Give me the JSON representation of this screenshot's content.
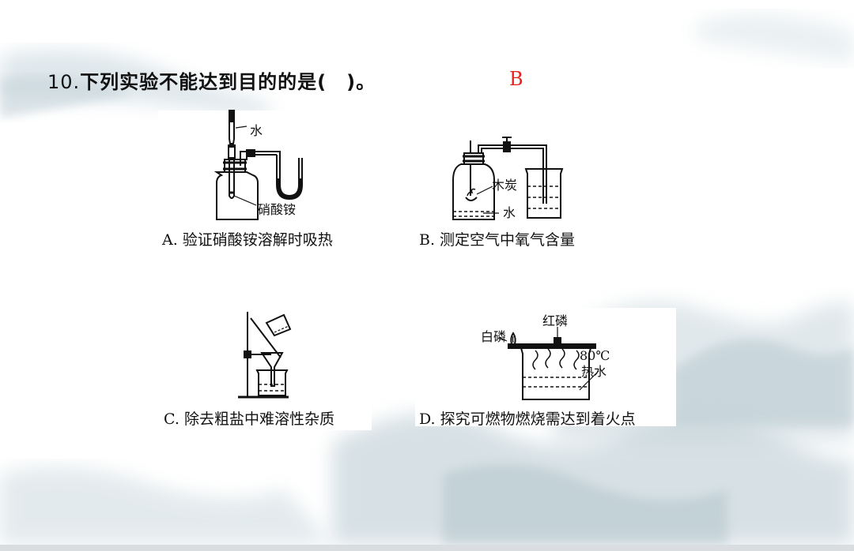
{
  "question": {
    "number": "10.",
    "text": "下列实验不能达到目的的是(　)。"
  },
  "answer": "B",
  "options": [
    {
      "caption": "A. 验证硝酸铵溶解时吸热",
      "labels": [
        "水",
        "硝酸铵"
      ]
    },
    {
      "caption": "B. 测定空气中氧气含量",
      "labels": [
        "木炭",
        "水"
      ]
    },
    {
      "caption": "C. 除去粗盐中难溶性杂质",
      "labels": []
    },
    {
      "caption": "D. 探究可燃物燃烧需达到着火点",
      "labels": [
        "红磷",
        "白磷",
        "80℃",
        "热水"
      ]
    }
  ],
  "colors": {
    "answer": "#e8231e",
    "ink": "#111111",
    "wash": "#c9d6dc"
  }
}
